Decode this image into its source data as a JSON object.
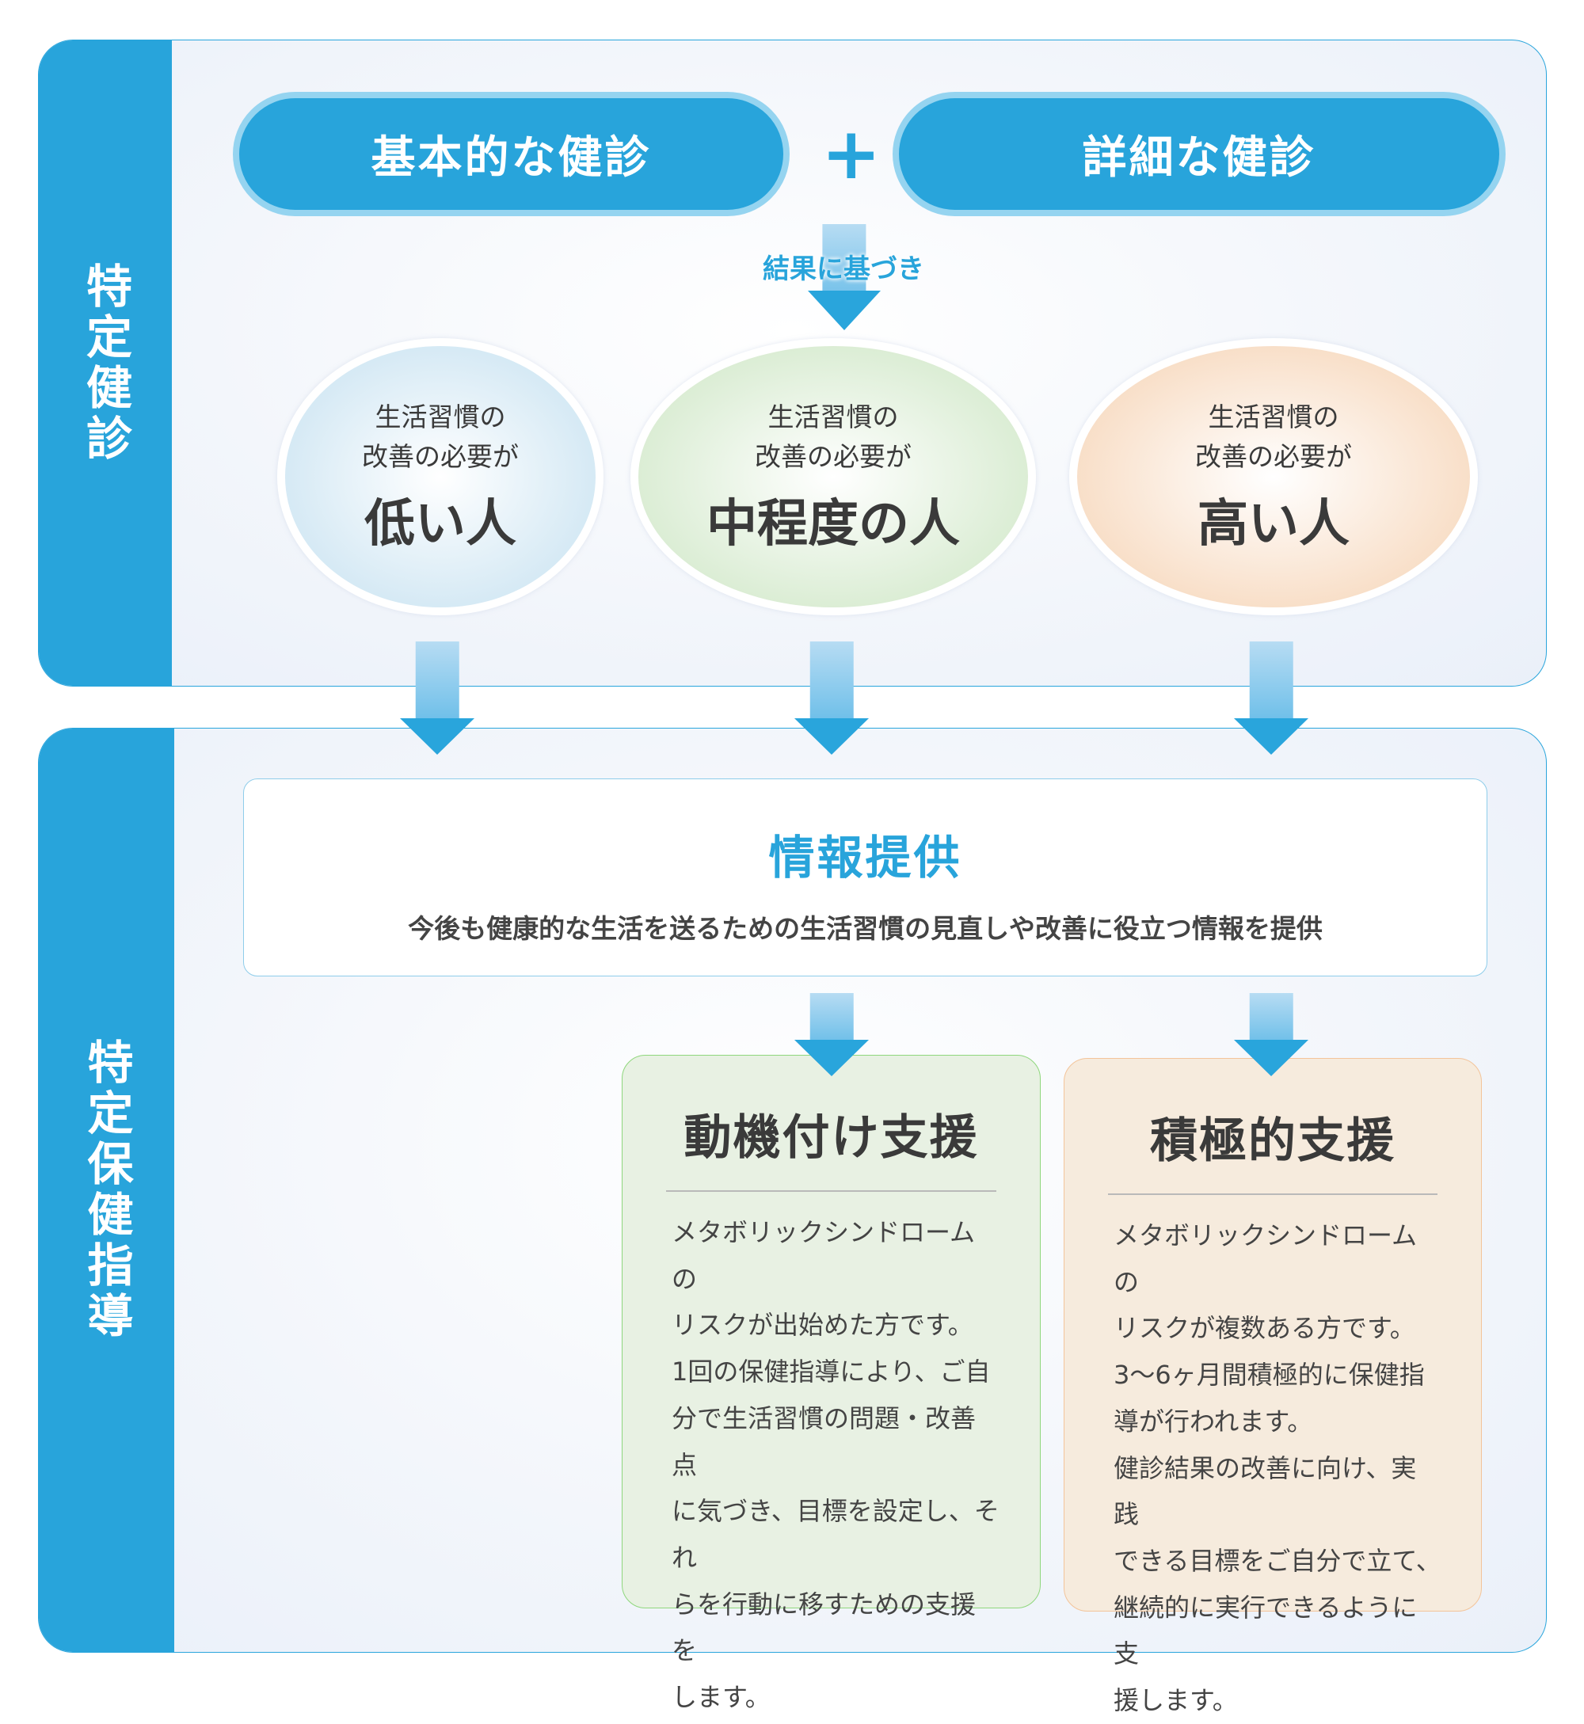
{
  "checkup": {
    "side_label": "特定健診",
    "basic": "基本的な健診",
    "plus": "+",
    "detail": "詳細な健診",
    "arrow_label": "結果に基づき",
    "groups": [
      {
        "line1": "生活習慣の",
        "line2": "改善の必要が",
        "level": "低い人"
      },
      {
        "line1": "生活習慣の",
        "line2": "改善の必要が",
        "level": "中程度の人"
      },
      {
        "line1": "生活習慣の",
        "line2": "改善の必要が",
        "level": "高い人"
      }
    ]
  },
  "guidance": {
    "side_label": "特定保健指導",
    "info": {
      "title": "情報提供",
      "desc": "今後も健康的な生活を送るための生活習慣の見直しや改善に役立つ情報を提供"
    },
    "motivation": {
      "title": "動機付け支援",
      "lines": [
        "メタボリックシンドロームの",
        "リスクが出始めた方です。",
        "1回の保健指導により、ご自",
        "分で生活習慣の問題・改善点",
        "に気づき、目標を設定し、それ",
        "らを行動に移すための支援を",
        "します。"
      ]
    },
    "active": {
      "title": "積極的支援",
      "lines": [
        "メタボリックシンドロームの",
        "リスクが複数ある方です。",
        "3～6ヶ月間積極的に保健指",
        "導が行われます。",
        "健診結果の改善に向け、実践",
        "できる目標をご自分で立て、",
        "継続的に実行できるように支",
        "援します。"
      ]
    }
  },
  "colors": {
    "accent": "#28a4db",
    "low": "#d6eaf5",
    "mid": "#dcedd6",
    "high": "#f8dfc8",
    "green_card": "#e8f1e3",
    "orange_card": "#f6ebdd"
  }
}
